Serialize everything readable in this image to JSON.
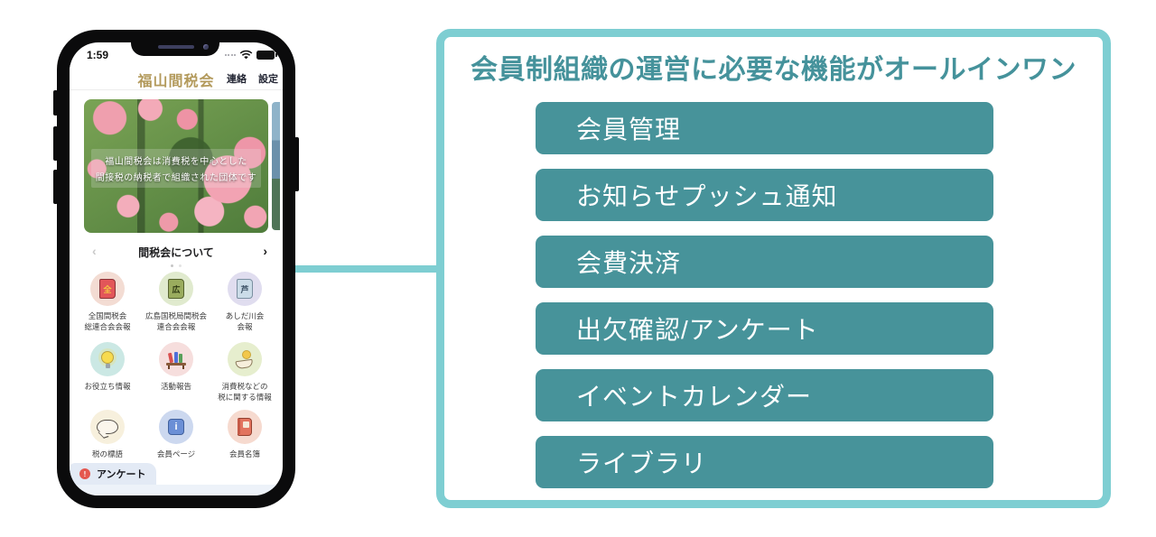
{
  "phone": {
    "status": {
      "time": "1:59"
    },
    "header": {
      "title": "福山間税会",
      "nav_contact": "連絡",
      "nav_settings": "設定"
    },
    "hero": {
      "caption1": "福山間税会は消費税を中心とした",
      "caption2": "間接税の納税者で組織された団体です"
    },
    "carousel": {
      "title": "間税会について",
      "prev": "‹",
      "next": "›"
    },
    "grid": [
      {
        "char": "全",
        "label1": "全国間税会",
        "label2": "総連合会会報"
      },
      {
        "char": "広",
        "label1": "広島国税局間税会",
        "label2": "連合会会報"
      },
      {
        "char": "芦",
        "label1": "あしだ川会",
        "label2": "会報"
      },
      {
        "label1": "お役立ち情報",
        "label2": ""
      },
      {
        "label1": "活動報告",
        "label2": ""
      },
      {
        "label1": "消費税などの",
        "label2": "税に関する情報"
      },
      {
        "label1": "税の標語",
        "label2": ""
      },
      {
        "char": "i",
        "label1": "会員ページ",
        "label2": ""
      },
      {
        "label1": "会員名簿",
        "label2": ""
      }
    ],
    "bottom_tab": {
      "badge": "!",
      "label": "アンケート"
    }
  },
  "panel": {
    "title": "会員制組織の運営に必要な機能がオールインワン",
    "features": [
      {
        "label": "会員管理"
      },
      {
        "label": "お知らせプッシュ通知"
      },
      {
        "label": "会費決済"
      },
      {
        "label": "出欠確認/アンケート"
      },
      {
        "label": "イベントカレンダー"
      },
      {
        "label": "ライブラリ"
      }
    ]
  },
  "colors": {
    "accent_teal": "#47939A",
    "light_teal_border": "#7ECED2",
    "title_teal": "#45929B",
    "header_gold": "#B39A5C",
    "badge_red": "#E4574F"
  }
}
